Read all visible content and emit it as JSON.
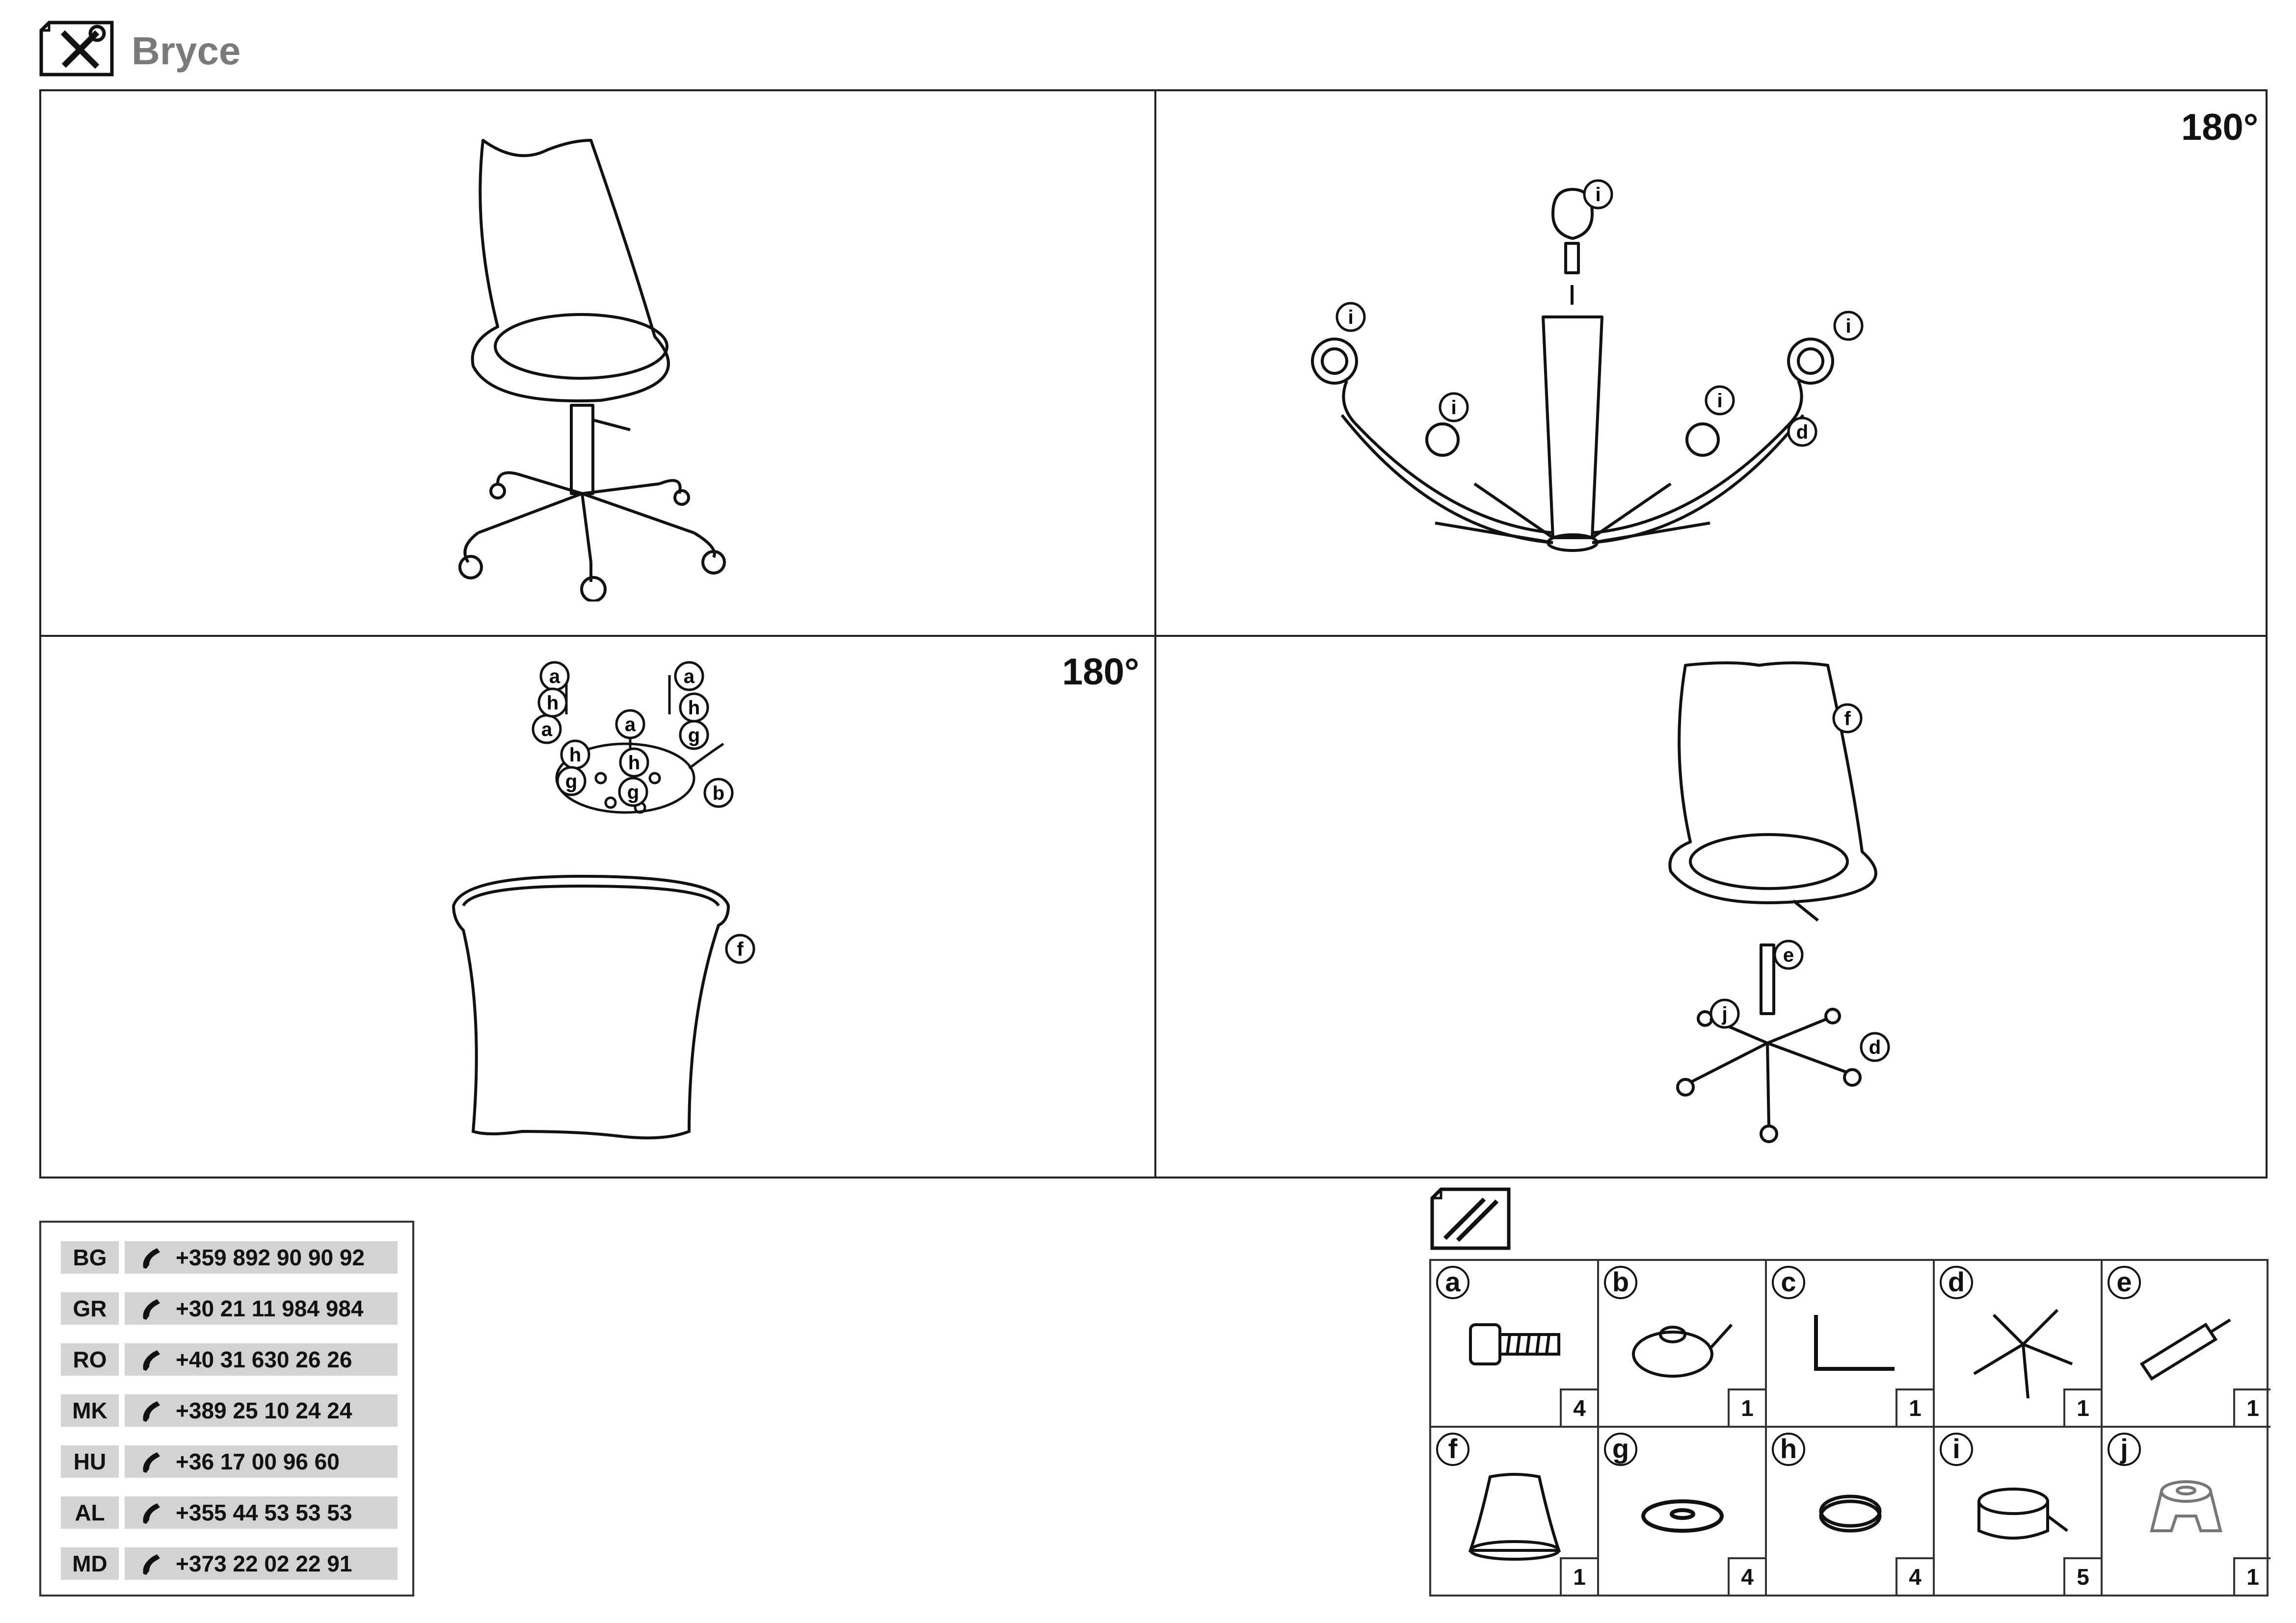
{
  "header": {
    "title": "Bryce"
  },
  "steps": {
    "rotate_label_2": "180°",
    "rotate_label_3": "180°",
    "step2_labels": {
      "i": "i",
      "d": "d"
    },
    "step3_labels": {
      "a": "a",
      "h": "h",
      "g": "g",
      "b": "b",
      "f": "f"
    },
    "step4_labels": {
      "f": "f",
      "e": "e",
      "j": "j",
      "d": "d"
    }
  },
  "contacts": [
    {
      "code": "BG",
      "phone": "+359 892 90 90 92"
    },
    {
      "code": "GR",
      "phone": "+30 21 11 984 984"
    },
    {
      "code": "RO",
      "phone": "+40 31 630 26 26"
    },
    {
      "code": "MK",
      "phone": "+389 25 10 24 24"
    },
    {
      "code": "HU",
      "phone": "+36 17 00 96 60"
    },
    {
      "code": "AL",
      "phone": "+355 44 53 53 53"
    },
    {
      "code": "MD",
      "phone": "+373 22 02 22 91"
    }
  ],
  "parts": [
    {
      "letter": "a",
      "qty": "4",
      "icon": "bolt-icon"
    },
    {
      "letter": "b",
      "qty": "1",
      "icon": "mechanism-plate-icon"
    },
    {
      "letter": "c",
      "qty": "1",
      "icon": "allen-key-icon"
    },
    {
      "letter": "d",
      "qty": "1",
      "icon": "star-base-icon"
    },
    {
      "letter": "e",
      "qty": "1",
      "icon": "gas-lift-icon"
    },
    {
      "letter": "f",
      "qty": "1",
      "icon": "seat-shell-icon"
    },
    {
      "letter": "g",
      "qty": "4",
      "icon": "washer-icon"
    },
    {
      "letter": "h",
      "qty": "4",
      "icon": "spring-washer-icon"
    },
    {
      "letter": "i",
      "qty": "5",
      "icon": "caster-icon"
    },
    {
      "letter": "j",
      "qty": "1",
      "icon": "gas-lift-cover-icon"
    }
  ]
}
